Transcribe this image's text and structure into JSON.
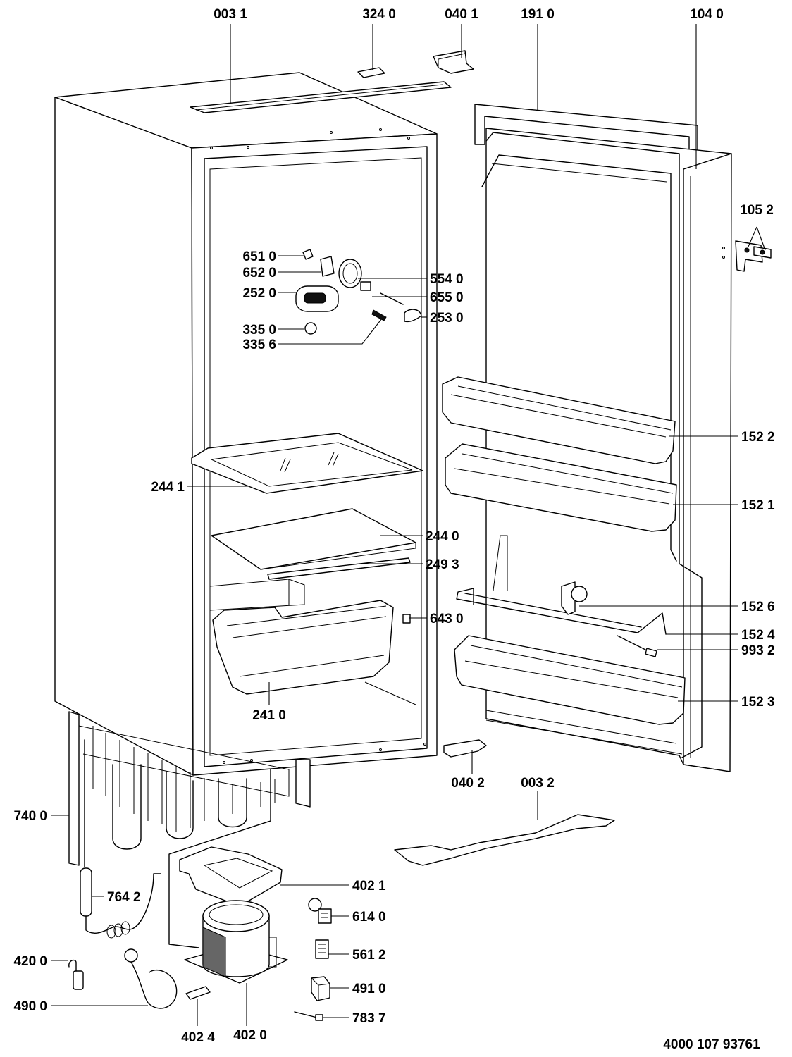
{
  "document_number": "4000 107 93761",
  "callouts": {
    "p0031": "003 1",
    "p3240": "324 0",
    "p0401": "040 1",
    "p1910": "191 0",
    "p1040": "104 0",
    "p1052": "105 2",
    "p6510": "651 0",
    "p6520": "652 0",
    "p2520": "252 0",
    "p3350": "335 0",
    "p3356": "335 6",
    "p5540": "554 0",
    "p6550": "655 0",
    "p2530": "253 0",
    "p1522": "152 2",
    "p1521": "152 1",
    "p2441": "244 1",
    "p2440": "244 0",
    "p2493": "249 3",
    "p1526": "152 6",
    "p6430": "643 0",
    "p1524": "152 4",
    "p9932": "993 2",
    "p1523": "152 3",
    "p2410": "241 0",
    "p0402": "040 2",
    "p0032": "003 2",
    "p7400": "740 0",
    "p4021": "402 1",
    "p7642": "764 2",
    "p6140": "614 0",
    "p5612": "561 2",
    "p4200": "420 0",
    "p4910": "491 0",
    "p4900": "490 0",
    "p7837": "783 7",
    "p4024": "402 4",
    "p4020": "402 0"
  }
}
